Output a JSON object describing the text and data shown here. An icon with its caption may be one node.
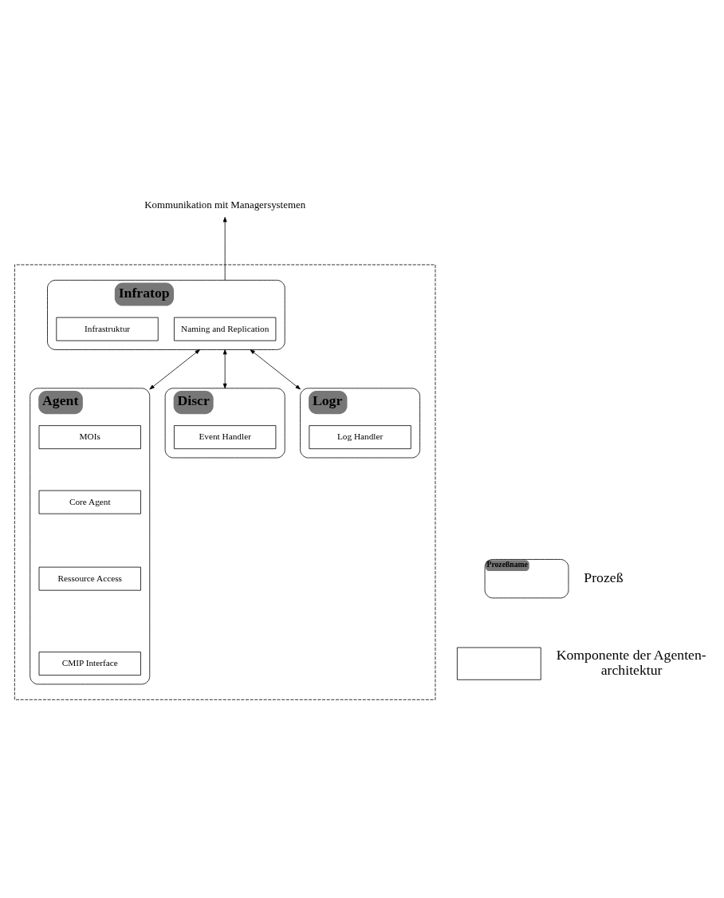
{
  "diagram": {
    "nodes": [
      {
        "text": [
          "Kommunikation mit Managersystemen"
        ]
      },
      {
        "text": [],
        "shape": "box"
      },
      {
        "text": [
          "Infratop"
        ],
        "in": 1
      },
      {
        "text": [
          "Naming and Replication"
        ],
        "in": 2
      },
      {
        "text": [
          "Infrastruktur"
        ],
        "in": 2
      },
      {
        "text": [
          "Agent"
        ],
        "in": 1
      },
      {
        "text": [
          "MOIs"
        ],
        "in": 5
      },
      {
        "text": [
          "Core Agent"
        ],
        "in": 5
      },
      {
        "text": [
          "Ressource Access"
        ],
        "in": 5
      },
      {
        "text": [
          "CMIP Interface"
        ],
        "in": 5
      },
      {
        "text": [
          "Discr"
        ],
        "in": 1
      },
      {
        "text": [
          "Event Handler"
        ],
        "in": 10
      },
      {
        "text": [
          "Logr"
        ],
        "in": 1
      },
      {
        "text": [
          "Log Handler"
        ],
        "in": 12
      }
    ],
    "edges": [
      {
        "from": 2,
        "to": 0,
        "arrow": "to"
      },
      {
        "from": 2,
        "to": 5,
        "arrow": "both"
      },
      {
        "from": 2,
        "to": 10,
        "arrow": "both"
      },
      {
        "from": 2,
        "to": 12,
        "arrow": "both"
      }
    ],
    "labels": [
      "Prozeßname"
    ],
    "legend": [
      {
        "text": "Prozeß"
      },
      {
        "text": "Komponente der Agenten- architektur"
      }
    ]
  }
}
